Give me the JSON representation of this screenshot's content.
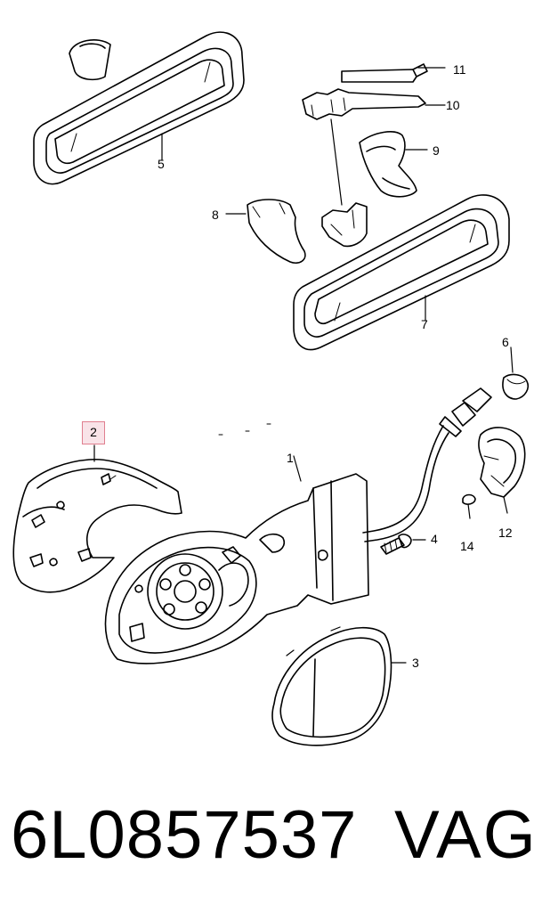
{
  "callouts": {
    "c1": "1",
    "c2": "2",
    "c3": "3",
    "c4": "4",
    "c5": "5",
    "c6": "6",
    "c7": "7",
    "c8": "8",
    "c9": "9",
    "c10": "10",
    "c11": "11",
    "c12": "12",
    "c14": "14"
  },
  "highlighted_callout": "2",
  "footer": {
    "part_number": "6L0857537",
    "brand": "VAG"
  },
  "colors": {
    "line": "#000000",
    "highlight_border": "#e07f8f",
    "highlight_fill": "#f9e3e8"
  }
}
